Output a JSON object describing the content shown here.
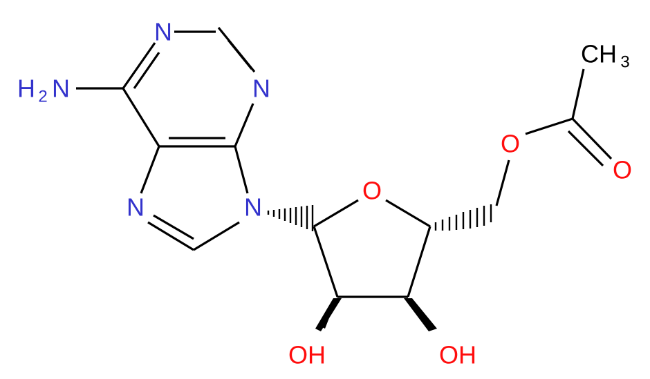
{
  "colors": {
    "nitrogen": "#3333cc",
    "oxygen": "#ff0d0d",
    "carbon": "#000000",
    "background": "#ffffff"
  },
  "atoms": {
    "n1": "N",
    "n3": "N",
    "n7": "N",
    "n9": "N",
    "amine": "H",
    "amine_n": "N",
    "amine_sub": "2",
    "ring_o": "O",
    "ester_o": "O",
    "carbonyl_o": "O",
    "methyl": "CH",
    "methyl_sub": "3",
    "oh_left": "OH",
    "oh_right": "OH"
  }
}
